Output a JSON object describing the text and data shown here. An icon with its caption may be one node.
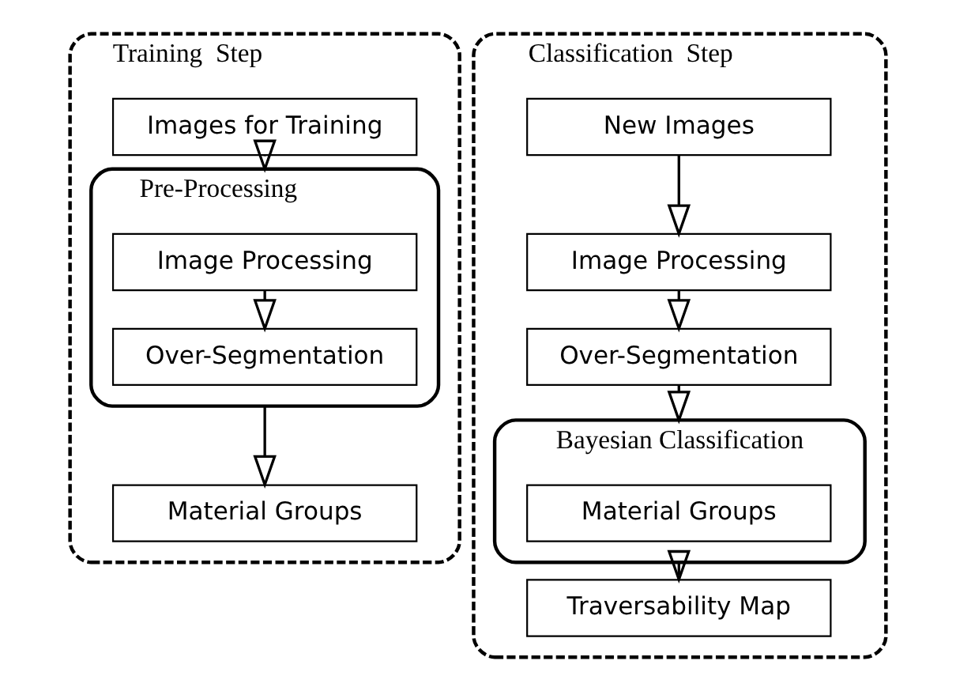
{
  "diagram": {
    "nodes": [
      {
        "text": [
          "Training  Step"
        ]
      },
      {
        "text": [
          "Images for Training"
        ],
        "in": 0
      },
      {
        "text": [
          "Pre-Processing"
        ],
        "in": 0
      },
      {
        "text": [
          "Image Processing"
        ],
        "in": 2
      },
      {
        "text": [
          "Over-Segmentation"
        ],
        "in": 2
      },
      {
        "text": [
          "Material Groups"
        ],
        "in": 0
      },
      {
        "text": [
          "Classification  Step"
        ]
      },
      {
        "text": [
          "New Images"
        ],
        "in": 6
      },
      {
        "text": [
          "Image Processing"
        ],
        "in": 6
      },
      {
        "text": [
          "Over-Segmentation"
        ],
        "in": 6
      },
      {
        "text": [
          "Bayesian Classification"
        ],
        "in": 6
      },
      {
        "text": [
          "Material Groups"
        ],
        "in": 10
      },
      {
        "text": [
          "Traversability Map"
        ],
        "in": 6
      }
    ],
    "edges": [
      {
        "from": 1,
        "to": 2,
        "arrow": "to"
      },
      {
        "from": 3,
        "to": 4,
        "arrow": "to"
      },
      {
        "from": 2,
        "to": 5,
        "arrow": "to"
      },
      {
        "from": 7,
        "to": 8,
        "arrow": "to"
      },
      {
        "from": 8,
        "to": 9,
        "arrow": "to"
      },
      {
        "from": 9,
        "to": 10,
        "arrow": "to"
      },
      {
        "from": 10,
        "to": 12,
        "arrow": "to"
      }
    ]
  }
}
